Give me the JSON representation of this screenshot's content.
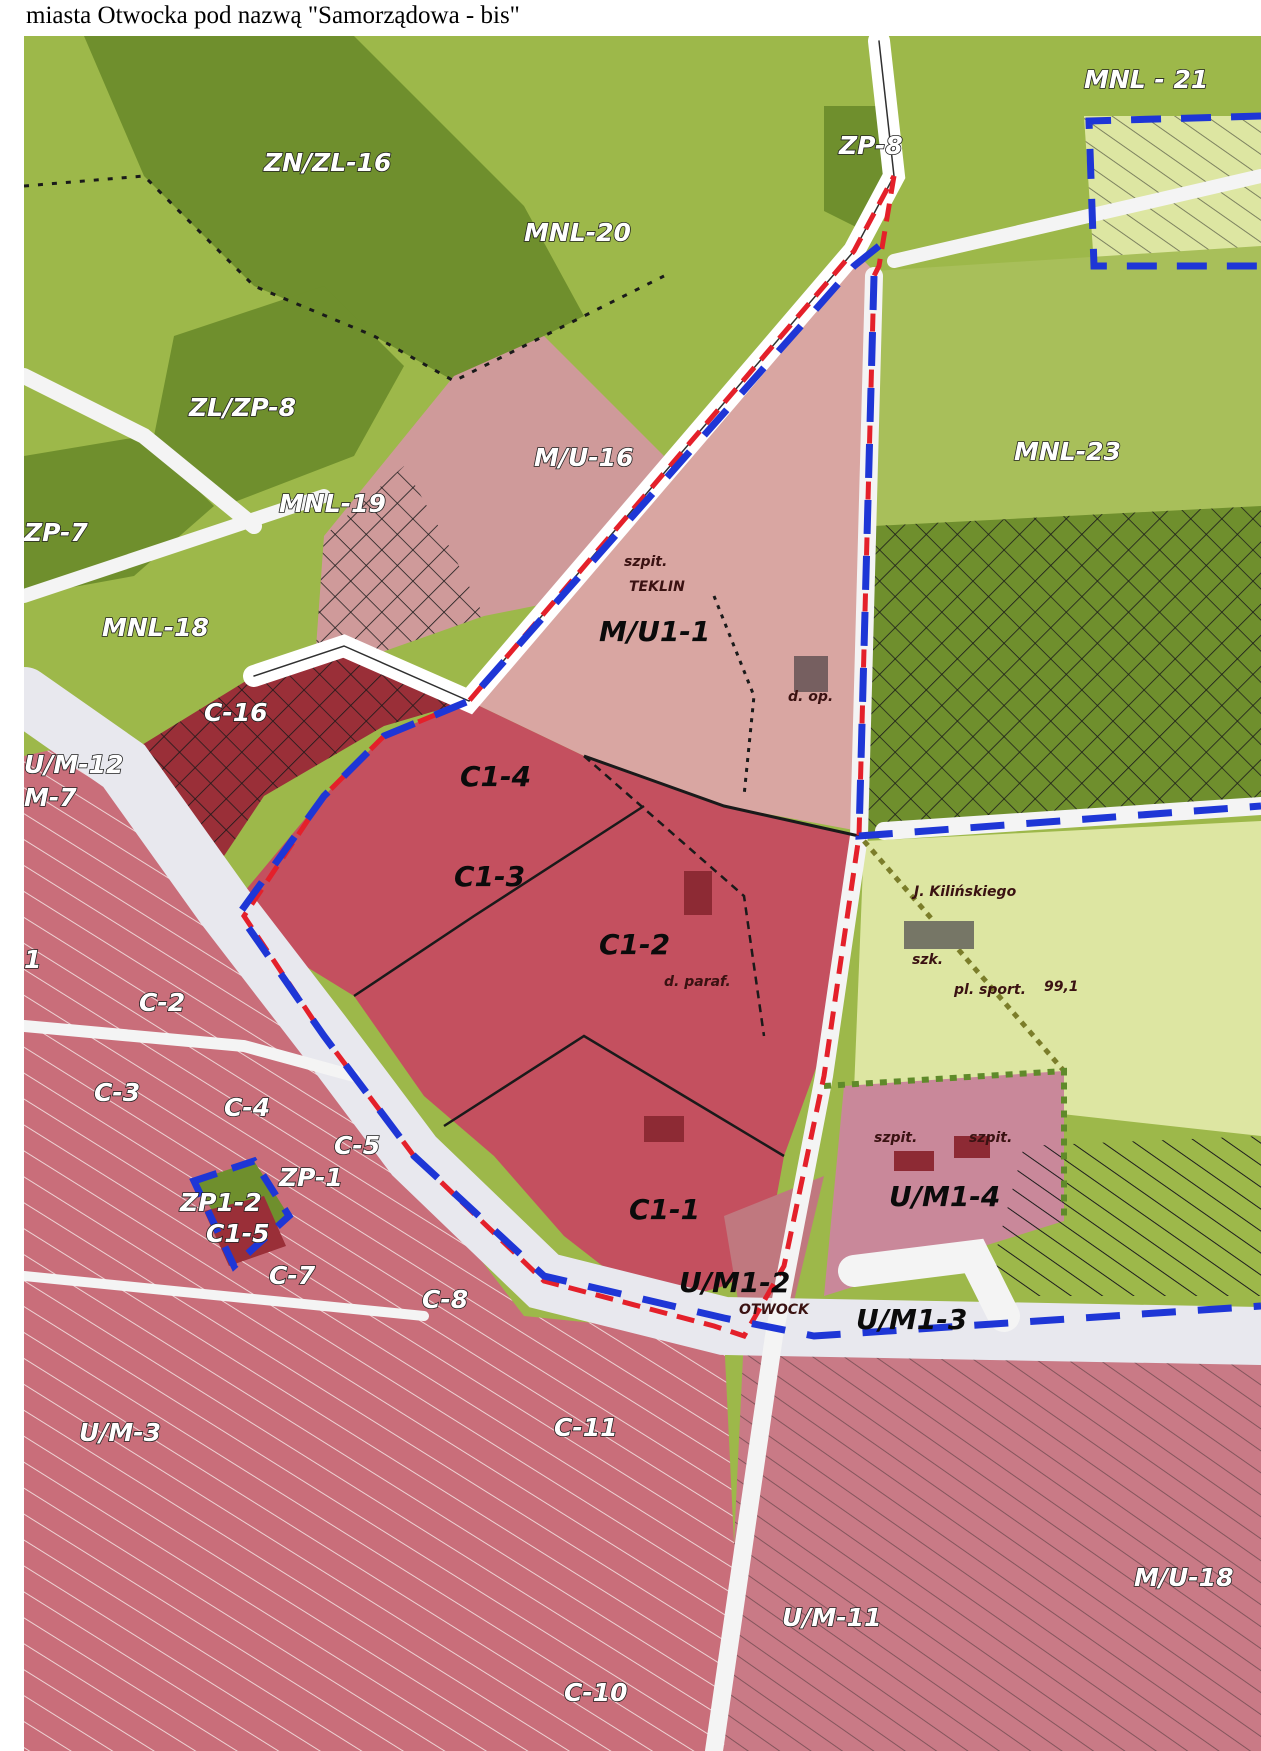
{
  "caption": "miasta Otwocka pod nazwą \"Samorządowa - bis\"",
  "colors": {
    "residential_green": "#9db84a",
    "forest_green": "#6f8f2d",
    "light_green": "#dde6a2",
    "mixed_pink": "#cf9a9a",
    "center_red": "#c4505f",
    "dark_red": "#9a2f38",
    "road": "#f4f4f4",
    "boundary_red": "#e4202a",
    "boundary_blue": "#1e36d6"
  },
  "zone_labels": {
    "mnl21": "MNL - 21",
    "zp8": "ZP-8",
    "znzl16": "ZN/ZL-16",
    "mnl20": "MNL-20",
    "zlzp8": "ZL/ZP-8",
    "mu16": "M/U-16",
    "mnl23": "MNL-23",
    "zp7": "ZP-7",
    "mnl19": "MNL-19",
    "mnl18": "MNL-18",
    "mu11": "M/U1-1",
    "c16": "C-16",
    "um12": "U/M-12",
    "um7": "M-7",
    "c14": "C1-4",
    "c13": "C1-3",
    "c12": "C1-2",
    "c2": "C-2",
    "c3": "C-3",
    "c4": "C-4",
    "c5": "C-5",
    "zp1": "ZP-1",
    "zp12": "ZP1-2",
    "c15": "C1-5",
    "c7": "C-7",
    "c8": "C-8",
    "c11": "C1-1",
    "um12b": "U/M1-2",
    "um14": "U/M1-4",
    "um13": "U/M1-3",
    "um3": "U/M-3",
    "cc11": "C-11",
    "c10": "C-10",
    "um11": "U/M-11",
    "mu18": "M/U-18",
    "edge1": "1"
  },
  "map_text": {
    "teklin": "TEKLIN",
    "szpit1": "szpit.",
    "dop": "d. op.",
    "szk": "szk.",
    "plsport": "pl. sport.",
    "height": "99,1",
    "kilinskiego": "J. Kilińskiego",
    "dparaf": "d. paraf.",
    "szpit2": "szpit.",
    "szpit3": "szpit.",
    "otwock": "OTWOCK"
  }
}
